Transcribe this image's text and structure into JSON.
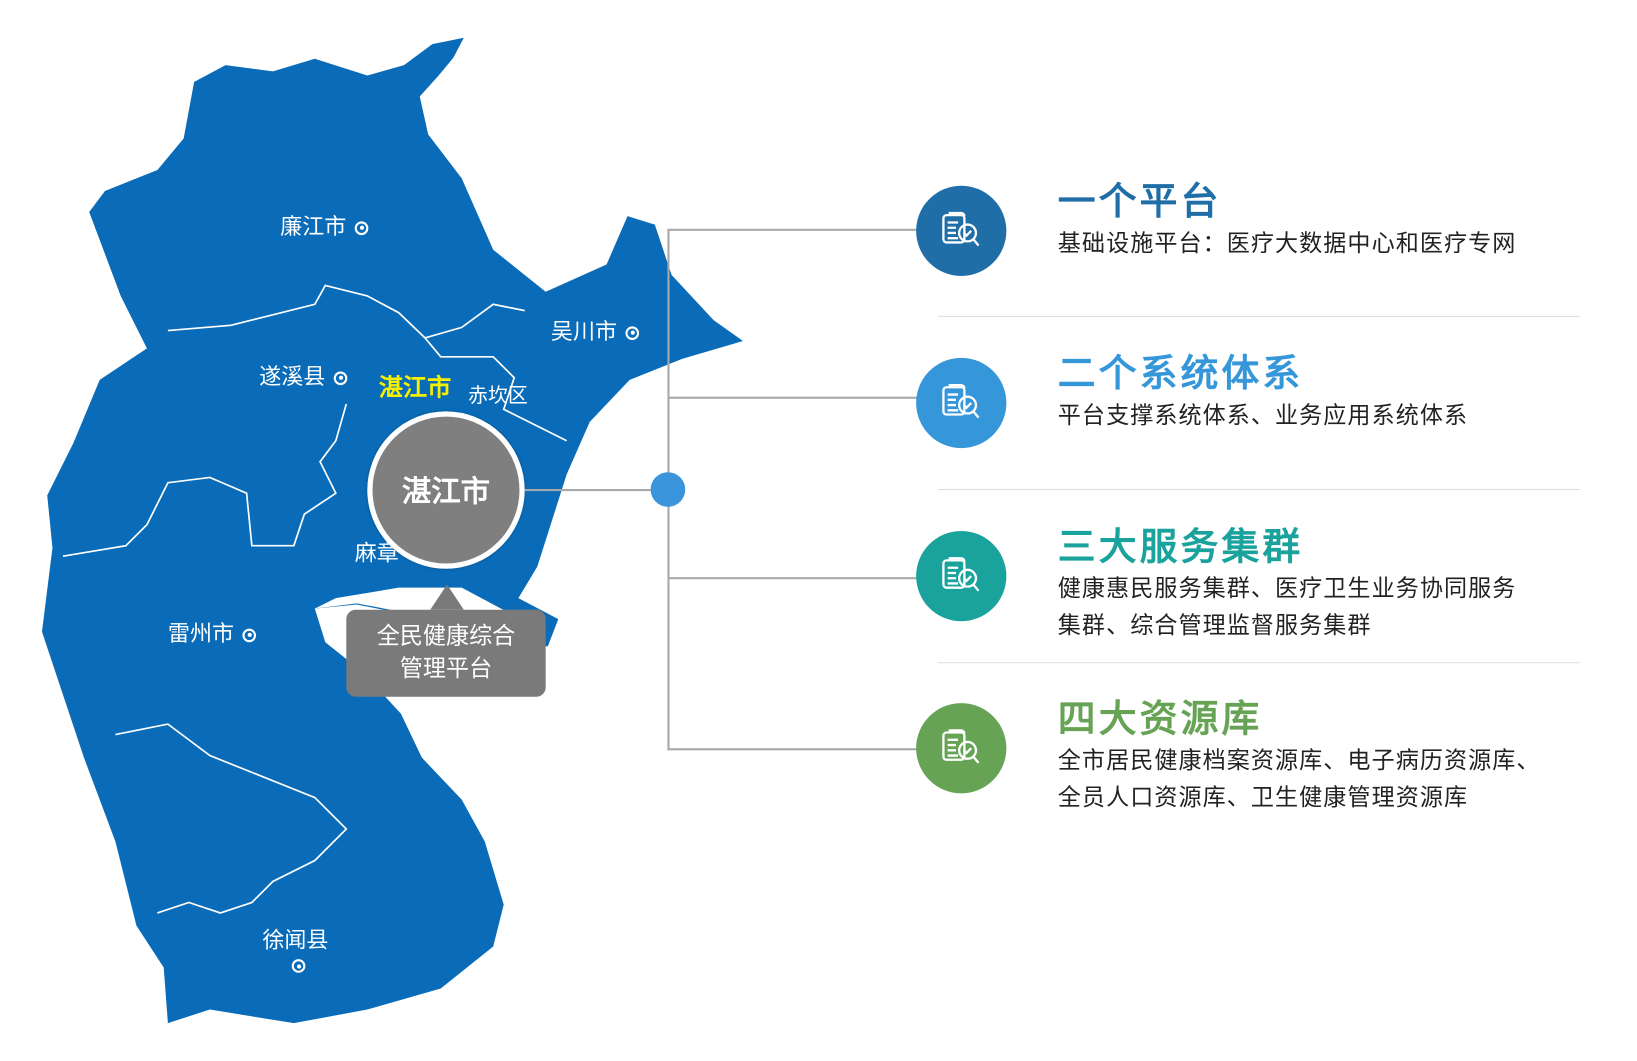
{
  "map": {
    "labels": {
      "lianjiang": "廉江市",
      "wuchuan": "吴川市",
      "suixi": "遂溪县",
      "zhanjiang_small": "湛江市",
      "chikan": "赤坎区",
      "mazhang": "麻章",
      "leizhou": "雷州市",
      "xuwen": "徐闻县"
    },
    "center_label": "湛江市",
    "callout": [
      "全民健康综合",
      "管理平台"
    ],
    "colors": {
      "land": "#0a6cb8",
      "border": "#ffffff",
      "highlight": "#f5f000",
      "circle": "#7f7f7f"
    }
  },
  "items": [
    {
      "title": "一个平台",
      "desc": [
        "基础设施平台：医疗大数据中心和医疗专网"
      ],
      "color": "#1f6ea8",
      "icon": "document-search-check-icon"
    },
    {
      "title": "二个系统体系",
      "desc": [
        "平台支撑系统体系、业务应用系统体系"
      ],
      "color": "#3596d9",
      "icon": "document-search-check-icon"
    },
    {
      "title": "三大服务集群",
      "desc": [
        "健康惠民服务集群、医疗卫生业务协同服务",
        "集群、综合管理监督服务集群"
      ],
      "color": "#1aa29d",
      "icon": "document-search-check-icon"
    },
    {
      "title": "四大资源库",
      "desc": [
        "全市居民健康档案资源库、电子病历资源库、",
        "全员人口资源库、卫生健康管理资源库"
      ],
      "color": "#67a355",
      "icon": "document-search-check-icon"
    }
  ]
}
